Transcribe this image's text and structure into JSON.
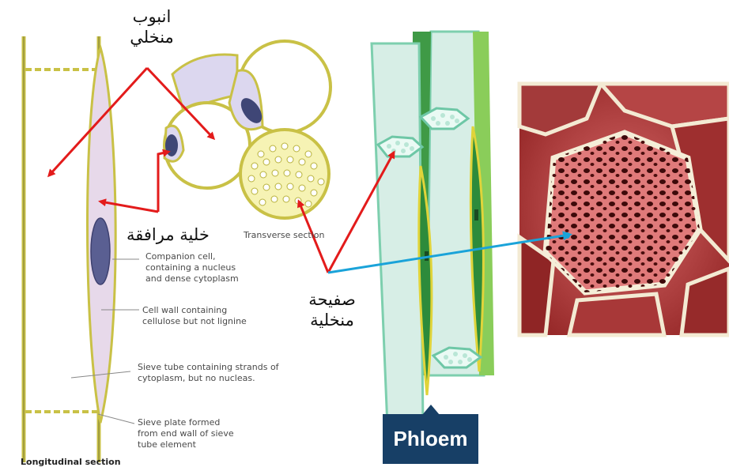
{
  "labels_ar": {
    "sieve_tube": [
      "انبوب",
      "منخلي"
    ],
    "companion_cell": "خلية مرافقة",
    "sieve_plate": [
      "صفيحة",
      "منخلية"
    ]
  },
  "annotations": {
    "companion_cell": [
      "Companion cell,",
      "containing a nucleus",
      "and dense cytoplasm"
    ],
    "cell_wall": [
      "Cell wall containing",
      "cellulose but not lignine"
    ],
    "sieve_tube": [
      "Sieve tube containing strands of",
      "cytoplasm, but no nucleas."
    ],
    "sieve_plate": [
      "Sieve plate formed",
      "from end wall of sieve",
      "tube element"
    ],
    "transverse": "Transverse section",
    "longitudinal": "Longitudinal section"
  },
  "badge": {
    "text": "Phloem",
    "color": "#173f66"
  },
  "colors": {
    "arrow_red": "#e31b1b",
    "arrow_blue": "#1aa3d9",
    "wall_yellow": "#e9e24a",
    "tube_fill": "#d9efe8",
    "tube_edge": "#6ec7a6",
    "companion_green": "#3aa64a"
  }
}
